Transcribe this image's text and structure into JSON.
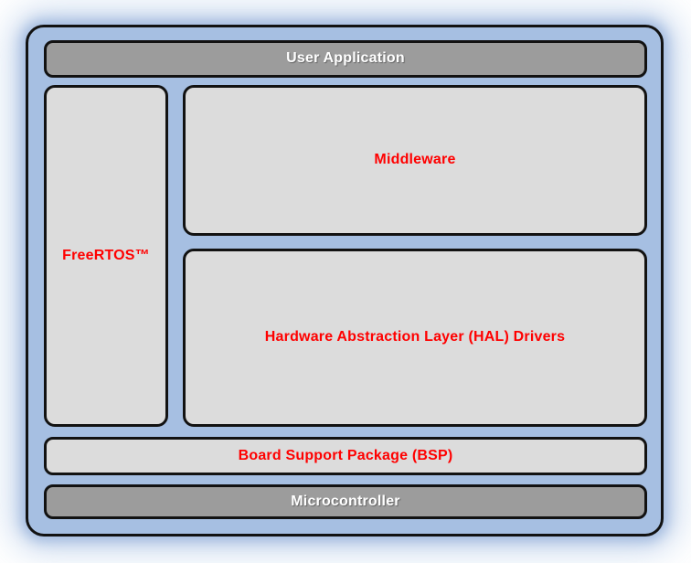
{
  "colors": {
    "page_bg": "#ffffff",
    "frame_blue": "#a6bfe2",
    "border_dark": "#121212",
    "gray_block": "#9c9c9c",
    "light_block": "#dcdcdc",
    "red_text": "#ff0000",
    "white_text": "#ffffff"
  },
  "blocks": {
    "user_application": "User Application",
    "freertos": "FreeRTOS™",
    "middleware": "Middleware",
    "hal_drivers": "Hardware Abstraction Layer (HAL) Drivers",
    "bsp": "Board Support Package (BSP)",
    "microcontroller": "Microcontroller"
  }
}
